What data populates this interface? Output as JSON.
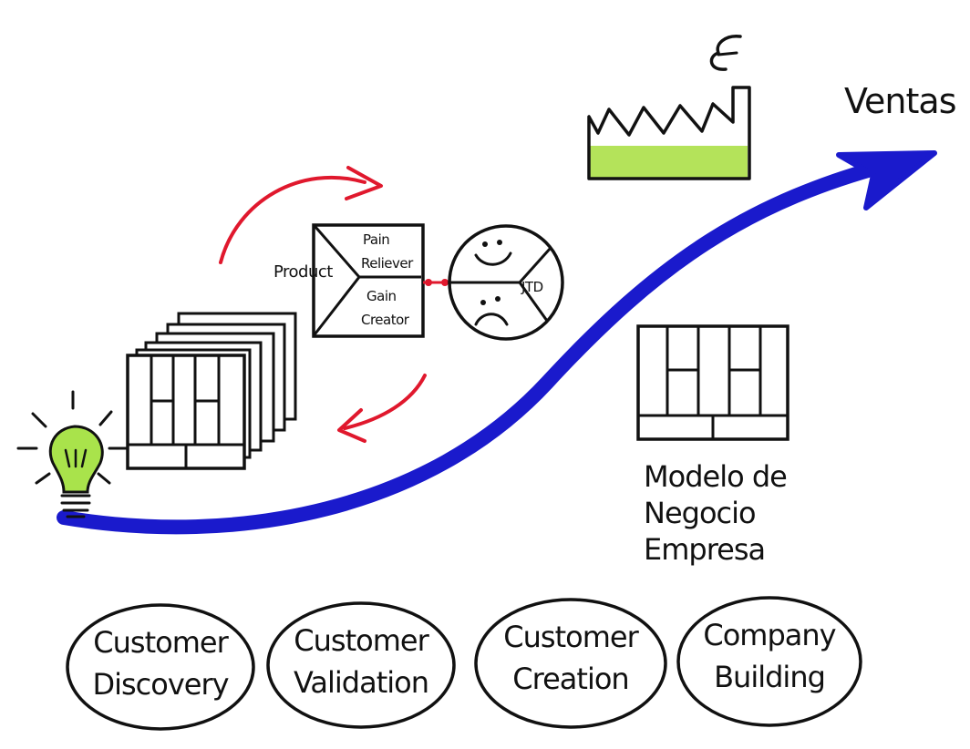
{
  "labels": {
    "ventas": "Ventas",
    "product": "Product",
    "pain": "Pain",
    "reliever": "Reliever",
    "gain": "Gain",
    "creator": "Creator",
    "jtd": "JTD",
    "modelo_line1": "Modelo de",
    "modelo_line2": "Negocio",
    "modelo_line3": "Empresa"
  },
  "stages": [
    {
      "line1": "Customer",
      "line2": "Discovery"
    },
    {
      "line1": "Customer",
      "line2": "Validation"
    },
    {
      "line1": "Customer",
      "line2": "Creation"
    },
    {
      "line1": "Company",
      "line2": "Building"
    }
  ],
  "colors": {
    "curve": "#1a1acc",
    "loop_arrows": "#e0182d",
    "bulb": "#a9e34b",
    "factory_fill": "#b4e35a",
    "ink": "#111111"
  },
  "icons": [
    "lightbulb-icon",
    "factory-icon",
    "smiley-icon",
    "sad-face-icon"
  ]
}
